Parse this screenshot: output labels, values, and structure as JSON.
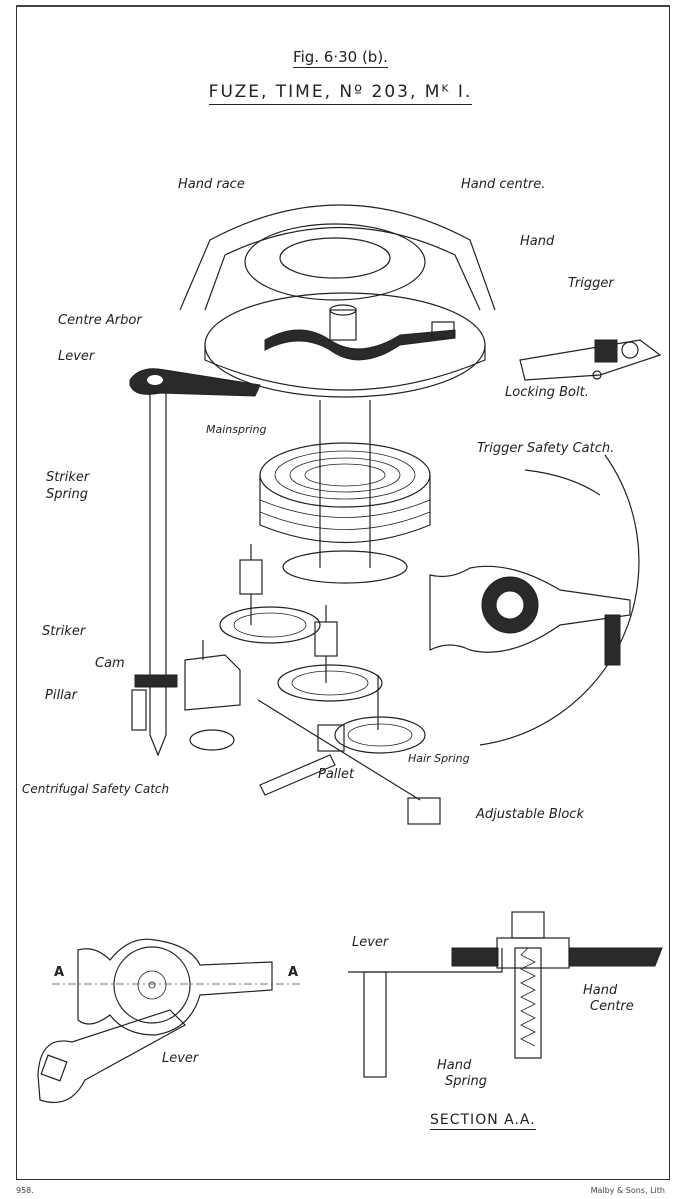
{
  "figure": {
    "number": "Fig. 6·30 (b).",
    "title": "FUZE, TIME, Nº 203, Mᴷ I."
  },
  "labels": {
    "hand_race": "Hand race",
    "hand_centre": "Hand centre.",
    "hand": "Hand",
    "trigger": "Trigger",
    "centre_arbor": "Centre Arbor",
    "lever": "Lever",
    "locking_bolt": "Locking Bolt.",
    "mainspring": "Mainspring",
    "trigger_safety_catch": "Trigger Safety Catch.",
    "striker_spring_1": "Striker",
    "striker_spring_2": "Spring",
    "striker": "Striker",
    "cam": "Cam",
    "pillar": "Pillar",
    "centrifugal_safety_catch": "Centrifugal Safety Catch",
    "hair_spring": "Hair Spring",
    "pallet": "Pallet",
    "adjustable_block": "Adjustable Block"
  },
  "section": {
    "marker_left": "A",
    "marker_right": "A",
    "lever_plan": "Lever",
    "lever_section": "Lever",
    "hand_centre_1": "Hand",
    "hand_centre_2": "Centre",
    "hand_spring_1": "Hand",
    "hand_spring_2": "Spring",
    "caption": "SECTION A.A."
  },
  "footer": {
    "plate_number": "958.",
    "printer": "Malby & Sons, Lith"
  }
}
